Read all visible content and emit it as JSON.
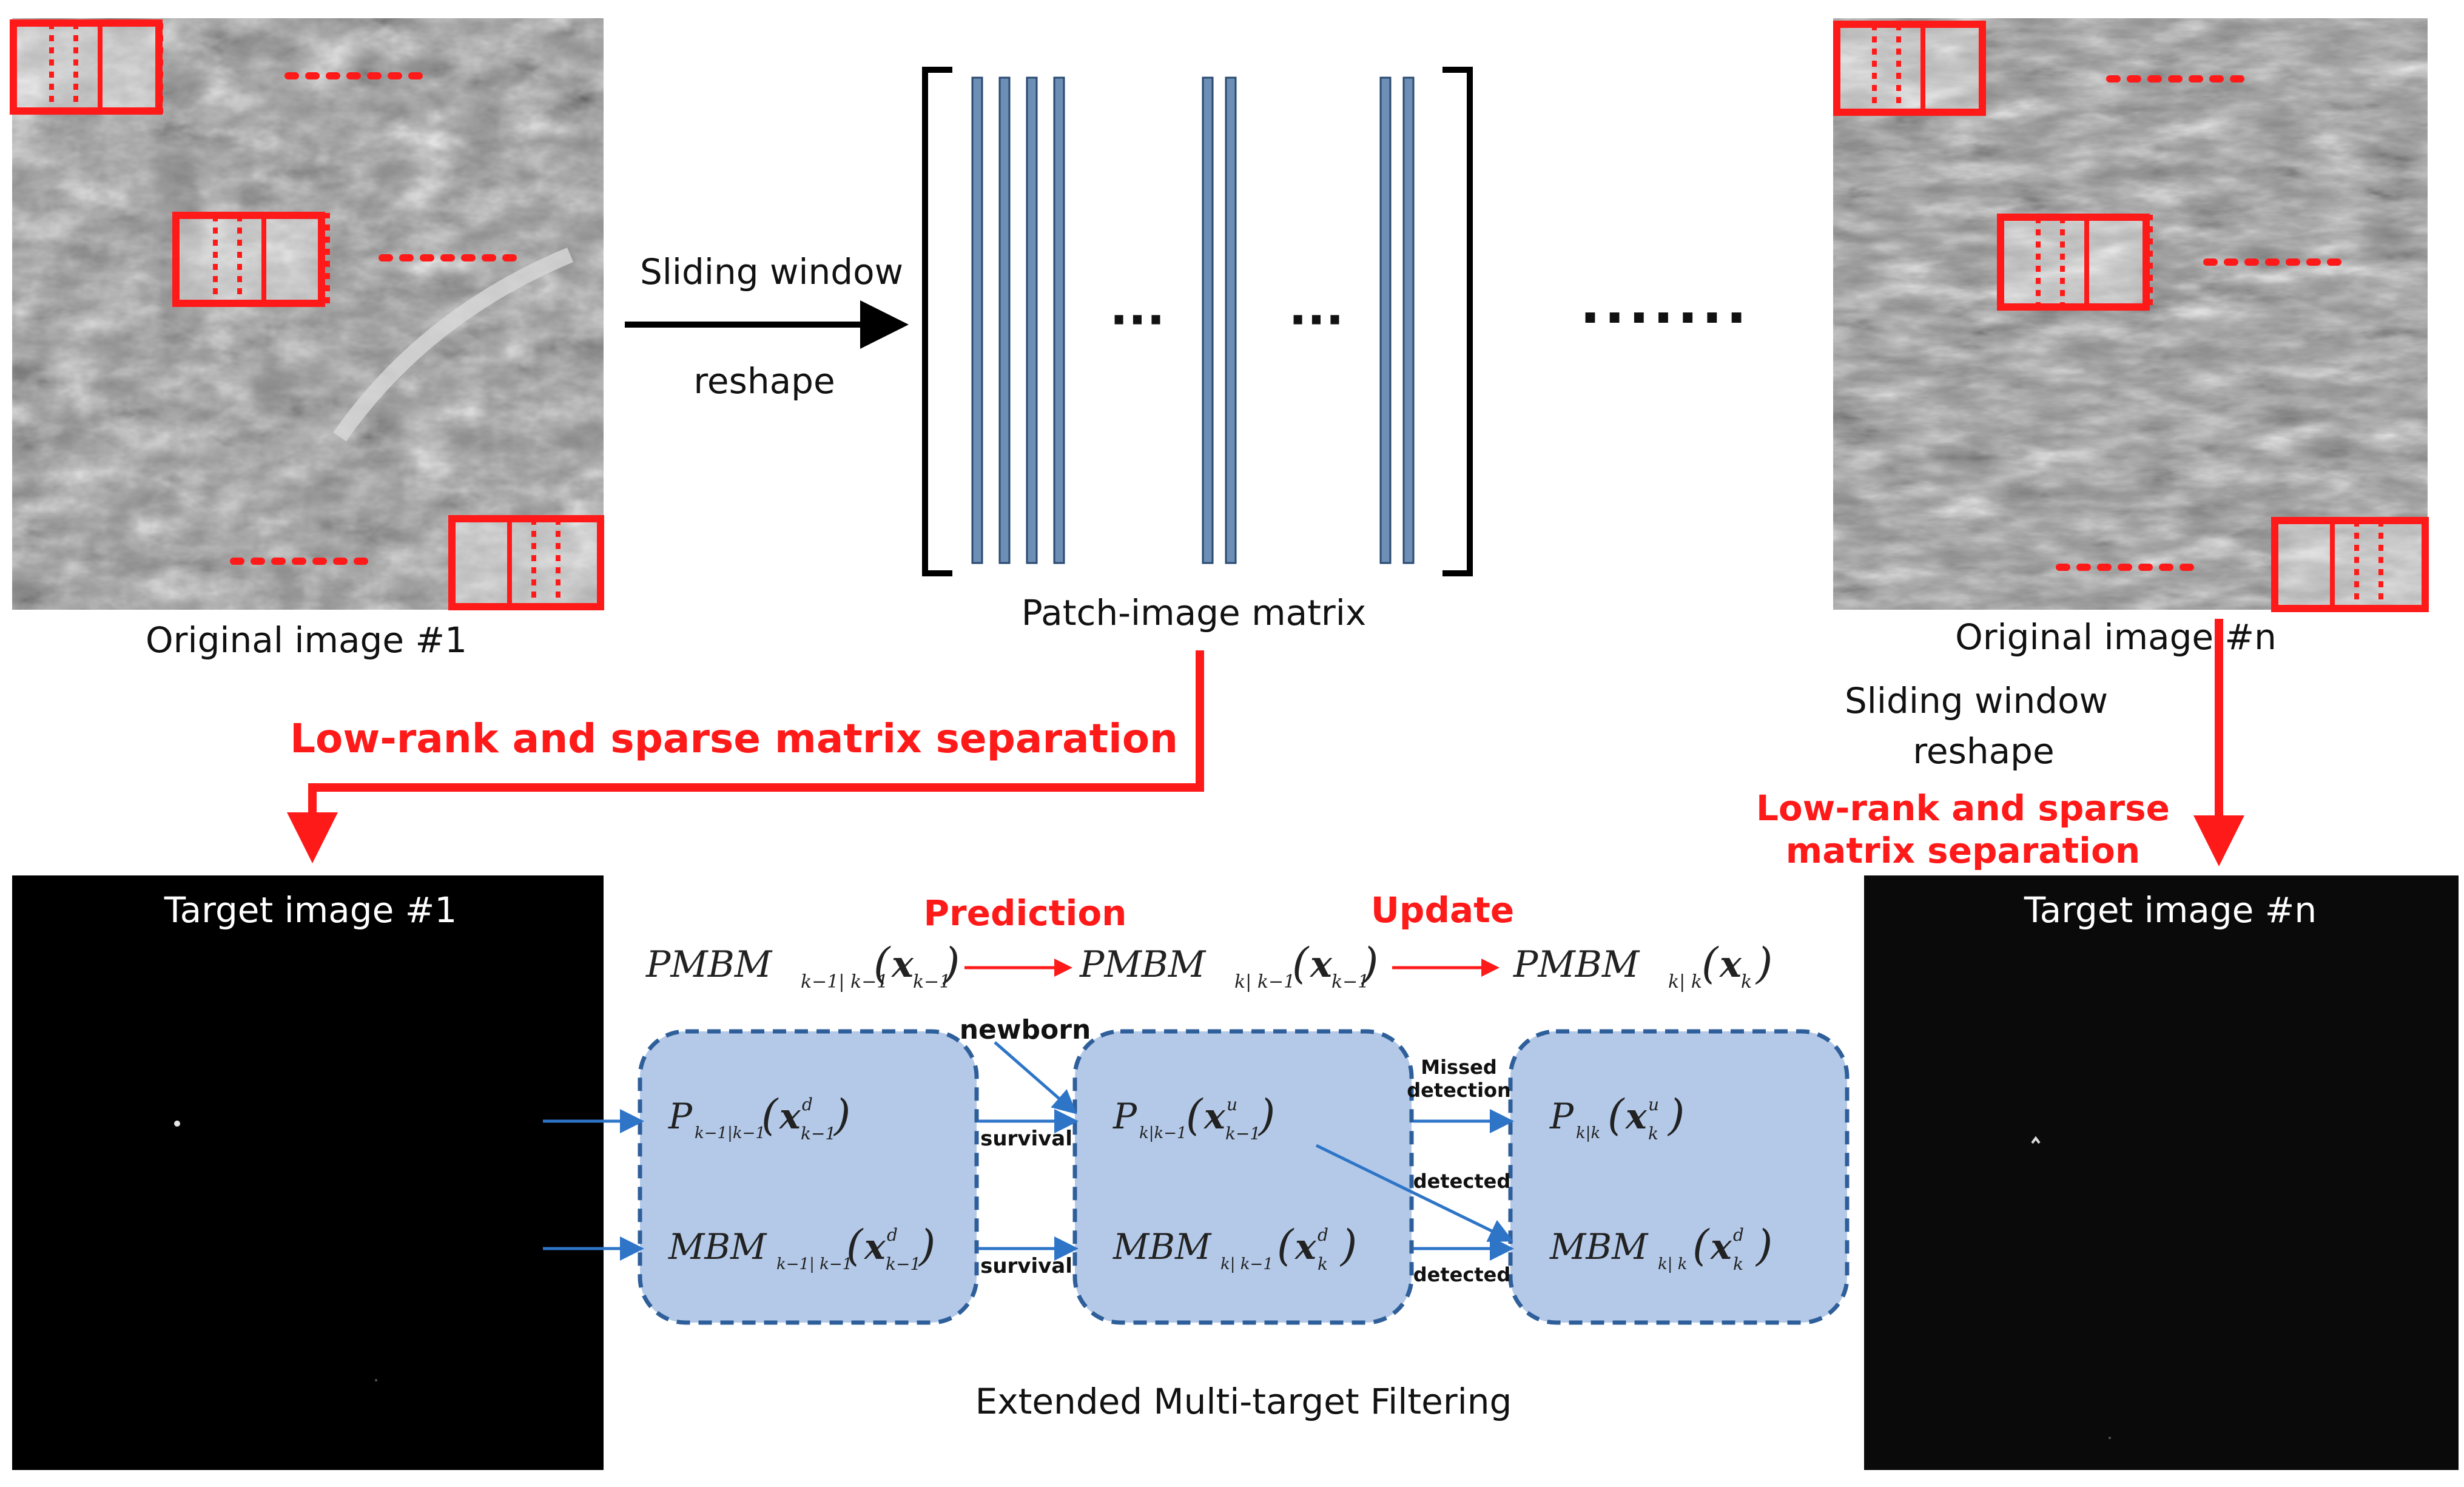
{
  "labels": {
    "original_first": "Original image #1",
    "original_last": "Original image #n",
    "sliding_window": "Sliding window",
    "reshape": "reshape",
    "sliding_window_right": "Sliding window",
    "reshape_right": "reshape",
    "patch_matrix": "Patch-image matrix",
    "separation_left": "Low-rank and sparse matrix separation",
    "separation_right_line1": "Low-rank and sparse",
    "separation_right_line2": "matrix separation",
    "target_first": "Target image #1",
    "target_last": "Target image #n",
    "prediction": "Prediction",
    "update": "Update",
    "newborn": "newborn",
    "survival_top": "survival",
    "survival_bottom": "survival",
    "missed_line1": "Missed",
    "missed_line2": "detection",
    "detected_mid": "detected",
    "detected_bottom": "detected",
    "filtering_caption": "Extended Multi-target Filtering",
    "ellipsis_short": "···",
    "ellipsis_long": "·······"
  },
  "math": {
    "pmbm_prev": "PMBM",
    "pmbm_prev_sub": "k−1| k−1",
    "pmbm_prev_arg": "x",
    "pmbm_prev_arg_sub": "k−1",
    "pmbm_pred": "PMBM",
    "pmbm_pred_sub": "k| k−1",
    "pmbm_pred_arg": "x",
    "pmbm_pred_arg_sub": "k−1",
    "pmbm_upd": "PMBM",
    "pmbm_upd_sub": "k| k",
    "pmbm_upd_arg": "x",
    "pmbm_upd_arg_sub": "k",
    "p1": "P",
    "p1_sub": "k−1|k−1",
    "p1_arg": "x",
    "p1_sup": "d",
    "p1_arg_sub": "k−1",
    "mbm1": "MBM",
    "mbm1_sub": "k−1| k−1",
    "mbm1_arg": "x",
    "mbm1_sup": "d",
    "mbm1_arg_sub": "k−1",
    "p2": "P",
    "p2_sub": "k|k−1",
    "p2_arg": "x",
    "p2_sup": "u",
    "p2_arg_sub": "k−1",
    "mbm2": "MBM",
    "mbm2_sub": "k| k−1",
    "mbm2_arg": "x",
    "mbm2_sup": "d",
    "mbm2_arg_sub": "k",
    "p3": "P",
    "p3_sub": "k|k",
    "p3_arg": "x",
    "p3_sup": "u",
    "p3_arg_sub": "k",
    "mbm3": "MBM",
    "mbm3_sub": "k| k",
    "mbm3_arg": "x",
    "mbm3_sup": "d",
    "mbm3_arg_sub": "k"
  },
  "colors": {
    "red": "#ff1a1a",
    "blue_arrow": "#2e75c8",
    "box_fill": "#b4c9e8",
    "box_border": "#2f5f9a",
    "column_fill": "#6e8fb5",
    "column_border": "#2a4a70"
  }
}
